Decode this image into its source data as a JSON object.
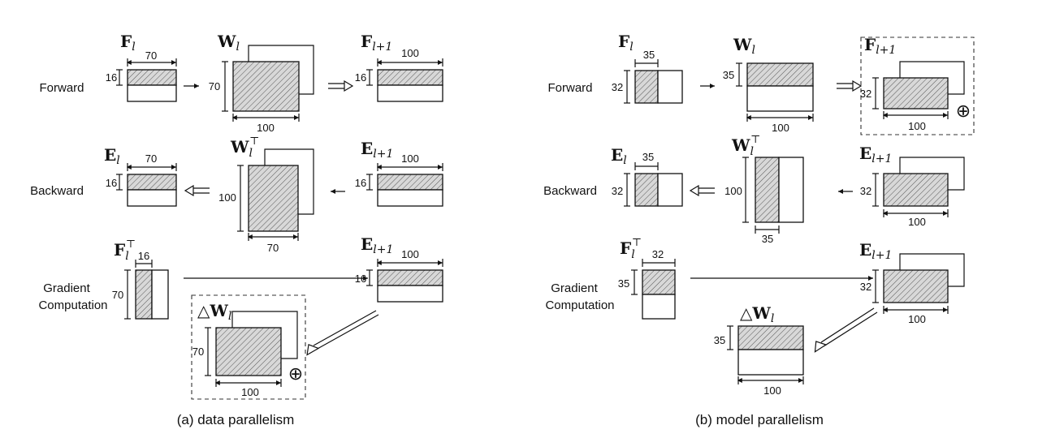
{
  "rows": {
    "forward": "Forward",
    "backward": "Backward",
    "gradient_1": "Gradient",
    "gradient_2": "Computation"
  },
  "captions": {
    "a": "(a) data parallelism",
    "b": "(b) model parallelism"
  },
  "symbols": {
    "F": "F",
    "W": "W",
    "E": "E",
    "l": "l",
    "l1": "l+1",
    "T": "⊤",
    "delta": "△",
    "oplus": "⊕"
  },
  "dims": {
    "d16": "16",
    "d32": "32",
    "d35": "35",
    "d70": "70",
    "d100": "100"
  }
}
